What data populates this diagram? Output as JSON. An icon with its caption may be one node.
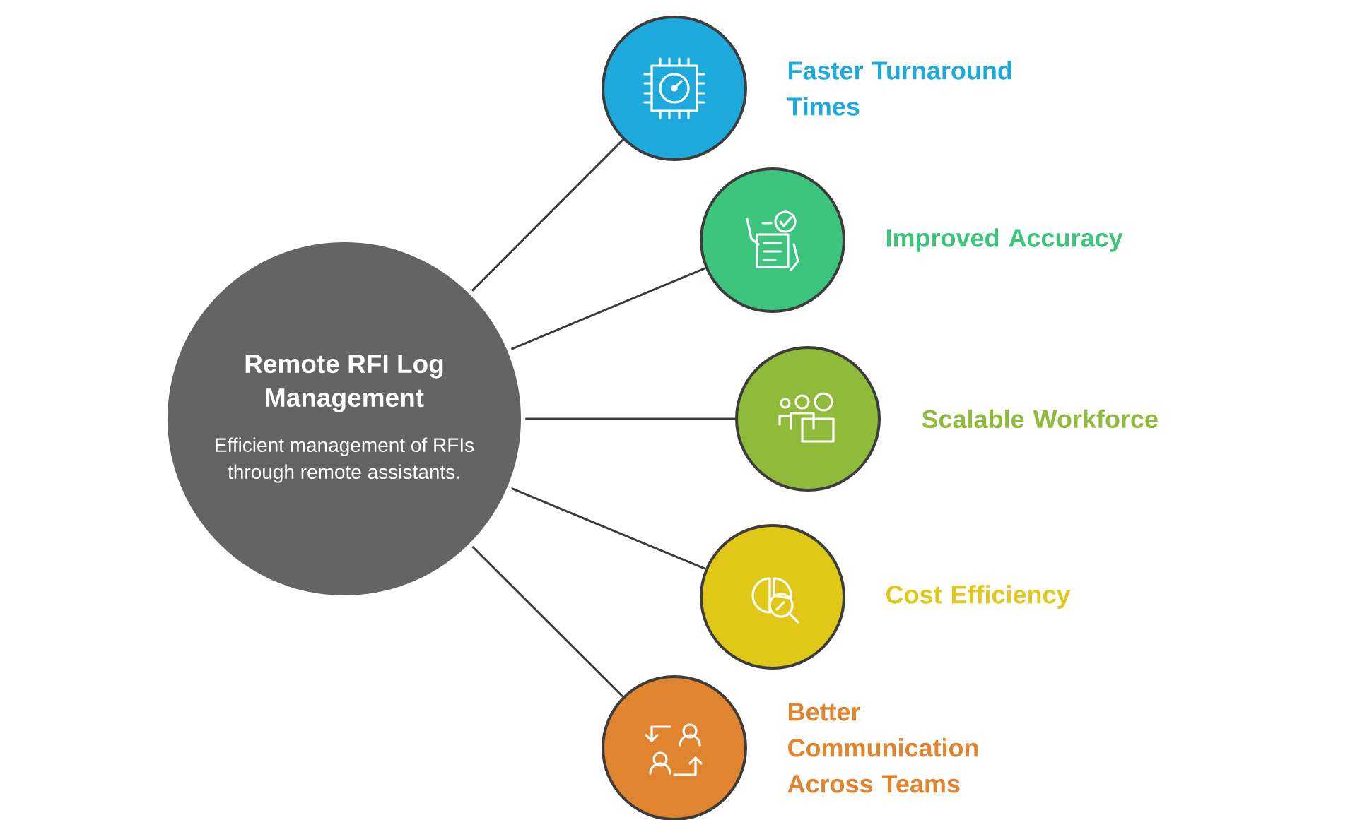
{
  "diagram": {
    "nodes": [
      {
        "text": [
          "Remote RFI Log Management",
          "Efficient management of RFIs through remote assistants."
        ]
      },
      {
        "text": [],
        "shape": "circle",
        "beside": [
          "Faster Turnaround Times"
        ]
      },
      {
        "text": [],
        "shape": "circle",
        "beside": [
          "Improved Accuracy"
        ]
      },
      {
        "text": [],
        "shape": "circle",
        "beside": [
          "Scalable Workforce"
        ]
      },
      {
        "text": [],
        "shape": "circle",
        "beside": [
          "Cost Efficiency"
        ]
      },
      {
        "text": [],
        "shape": "circle",
        "beside": [
          "Better Communication Across Teams"
        ]
      }
    ],
    "edges": [
      {
        "from": 0,
        "to": 1,
        "arrow": "none"
      },
      {
        "from": 0,
        "to": 2,
        "arrow": "none"
      },
      {
        "from": 0,
        "to": 3,
        "arrow": "none"
      },
      {
        "from": 0,
        "to": 4,
        "arrow": "none"
      },
      {
        "from": 0,
        "to": 5,
        "arrow": "none"
      }
    ]
  }
}
